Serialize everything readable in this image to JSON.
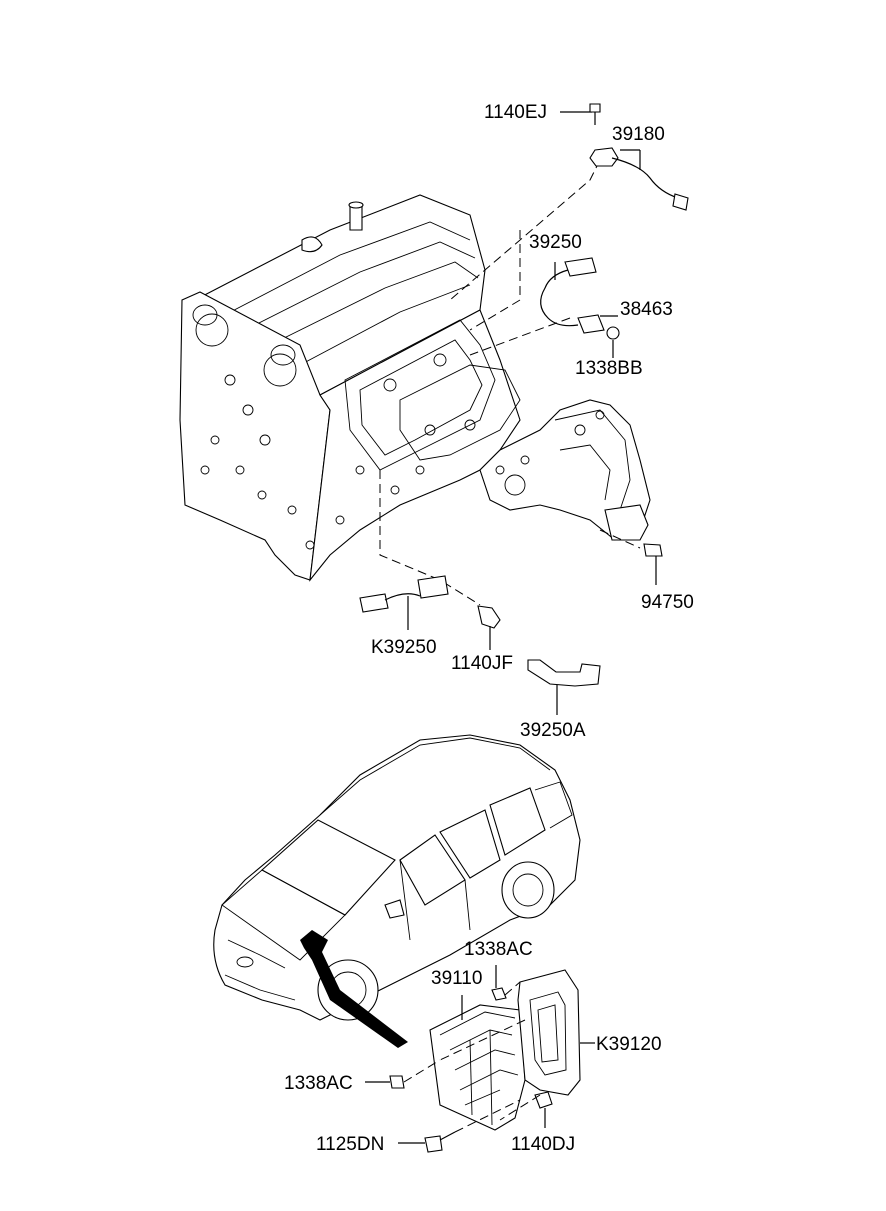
{
  "labels": {
    "p1140EJ": "1140EJ",
    "p39180": "39180",
    "p39250": "39250",
    "p38463": "38463",
    "p1338BB": "1338BB",
    "p94750": "94750",
    "pK39250": "K39250",
    "p1140JF": "1140JF",
    "p39250A": "39250A",
    "p1338AC_top": "1338AC",
    "p39110": "39110",
    "pK39120": "K39120",
    "p1338AC_left": "1338AC",
    "p1125DN": "1125DN",
    "p1140DJ": "1140DJ"
  },
  "icons": {
    "engine": "engine-block-icon",
    "vehicle": "minivan-icon",
    "ecu": "ecu-module-icon",
    "bracket": "ecu-bracket-icon"
  }
}
